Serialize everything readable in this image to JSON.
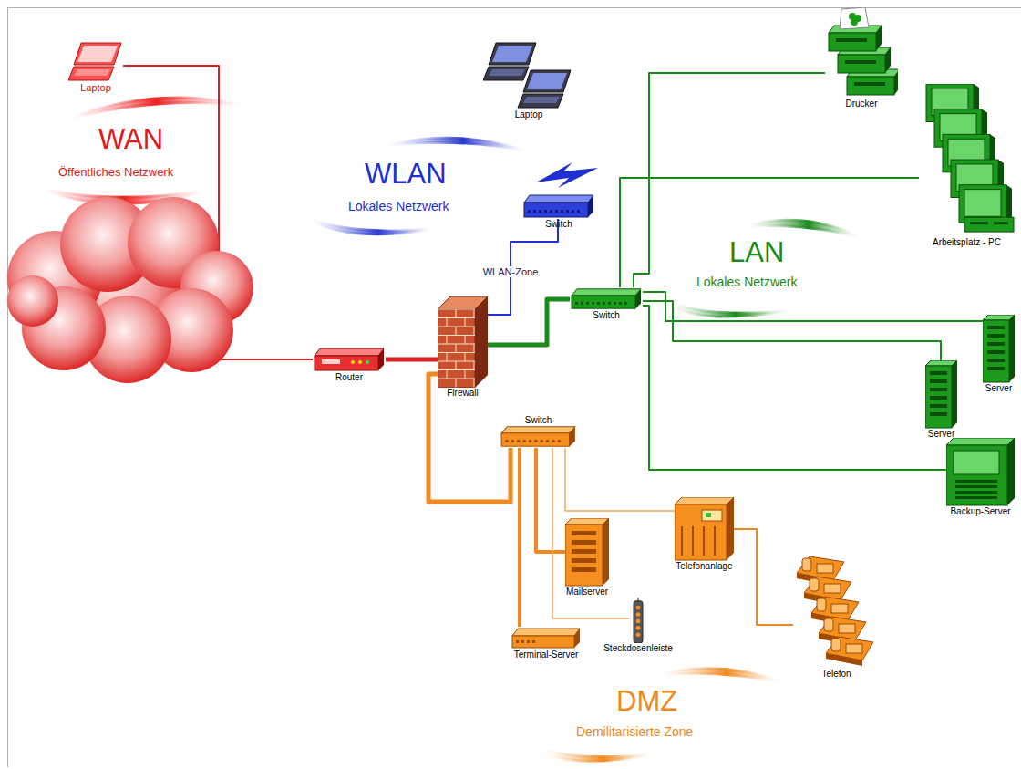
{
  "diagram": {
    "nodes": [
      {
        "text": [
          "Laptop"
        ]
      },
      {
        "text": [
          "Laptop"
        ]
      },
      {
        "text": [
          "Switch"
        ]
      },
      {
        "text": [
          "Drucker"
        ]
      },
      {
        "text": [
          "Arbeitsplatz - PC"
        ]
      },
      {
        "text": [
          "Router"
        ]
      },
      {
        "text": [
          "Firewall"
        ]
      },
      {
        "text": [
          "Switch"
        ]
      },
      {
        "text": [
          "Server"
        ]
      },
      {
        "text": [
          "Server"
        ]
      },
      {
        "text": [
          "Backup-Server"
        ]
      },
      {
        "text": [
          "Switch"
        ]
      },
      {
        "text": [
          "Telefonanlage"
        ]
      },
      {
        "text": [
          "Mailserver"
        ]
      },
      {
        "text": [
          "Terminal-Server"
        ]
      },
      {
        "text": [
          "Steckdosenleiste"
        ]
      },
      {
        "text": [
          "Telefon"
        ]
      }
    ],
    "edges": [
      {
        "from": 0,
        "to": 5,
        "arrow": "none"
      },
      {
        "from": 5,
        "to": 6,
        "arrow": "none"
      },
      {
        "from": 6,
        "to": 2,
        "label": "WLAN-Zone",
        "arrow": "none"
      },
      {
        "from": 6,
        "to": 7,
        "arrow": "none"
      },
      {
        "from": 7,
        "to": 3,
        "arrow": "none"
      },
      {
        "from": 7,
        "to": 4,
        "arrow": "none"
      },
      {
        "from": 7,
        "to": 8,
        "arrow": "none"
      },
      {
        "from": 7,
        "to": 9,
        "arrow": "none"
      },
      {
        "from": 7,
        "to": 10,
        "arrow": "none"
      },
      {
        "from": 6,
        "to": 11,
        "arrow": "none"
      },
      {
        "from": 11,
        "to": 13,
        "arrow": "none"
      },
      {
        "from": 11,
        "to": 12,
        "arrow": "none"
      },
      {
        "from": 11,
        "to": 14,
        "arrow": "none"
      },
      {
        "from": 11,
        "to": 15,
        "arrow": "none"
      },
      {
        "from": 12,
        "to": 16,
        "arrow": "none"
      }
    ],
    "labels": [
      "WAN",
      "Öffentliches Netzwerk",
      "WLAN",
      "Lokales Netzwerk",
      "LAN",
      "Lokales Netzwerk",
      "DMZ",
      "Demilitarisierte Zone"
    ]
  }
}
